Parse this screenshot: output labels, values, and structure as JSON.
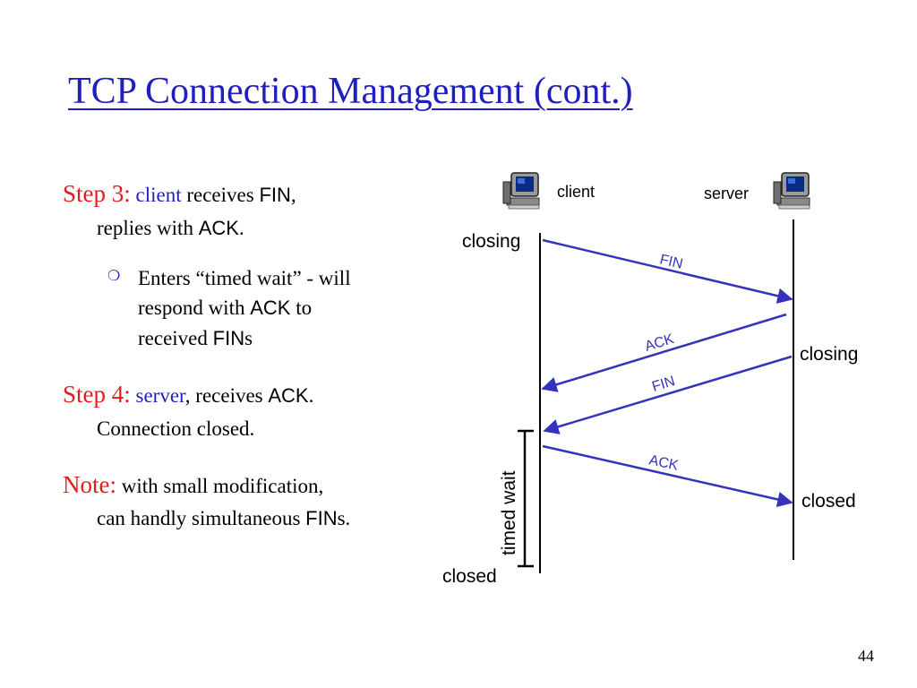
{
  "title": "TCP Connection Management (cont.)",
  "step3": {
    "label": "Step 3:",
    "actor": "client",
    "text1": " receives ",
    "fin": "FIN",
    "text2": ",",
    "line2a": "replies with ",
    "ack": "ACK",
    "line2b": "."
  },
  "bullet": {
    "line1": "Enters “timed wait” - will",
    "line2a": "respond with ",
    "ack": "ACK",
    "line2b": " to",
    "line3a": "received ",
    "fin": "FIN",
    "line3b": "s"
  },
  "step4": {
    "label": "Step 4:",
    "actor": "server",
    "text1": ", receives ",
    "ack": "ACK",
    "text2": ".",
    "line2": "Connection closed."
  },
  "note": {
    "label": "Note:",
    "text1": " with small modification,",
    "line2a": "can handly simultaneous ",
    "fin": "FIN",
    "line2b": "s."
  },
  "diagram": {
    "client_label": "client",
    "server_label": "server",
    "client_closing": "closing",
    "server_closing": "closing",
    "server_closed": "closed",
    "client_closed": "closed",
    "timed_wait": "timed wait",
    "msg_fin1": "FIN",
    "msg_ack1": "ACK",
    "msg_fin2": "FIN",
    "msg_ack2": "ACK"
  },
  "page_number": "44",
  "colors": {
    "title": "#1f1fbf",
    "label": "#e01e1e",
    "arrow": "#3333bb"
  },
  "icons": {
    "client": "computer-icon",
    "server": "computer-icon",
    "bullet": "circle-bullet-icon"
  }
}
